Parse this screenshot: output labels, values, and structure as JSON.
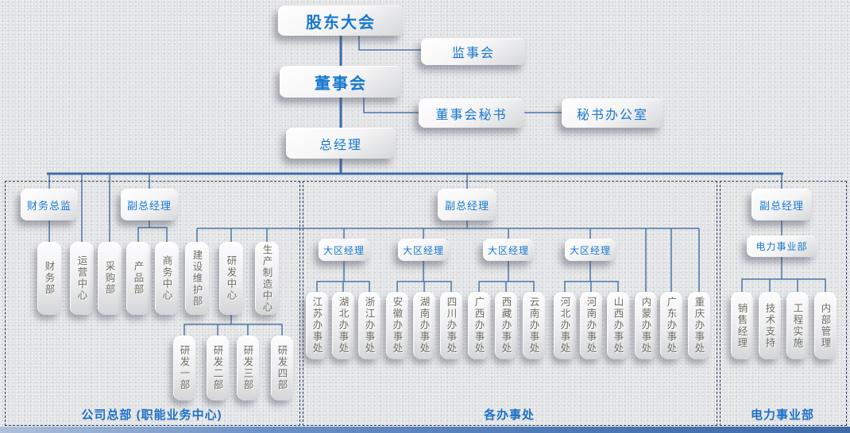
{
  "org": {
    "shareholders": "股东大会",
    "supervisory_board": "监事会",
    "board_of_directors": "董事会",
    "board_secretary": "董事会秘书",
    "secretary_office": "秘书办公室",
    "general_manager": "总经理"
  },
  "hq_section": {
    "label": "公司总部 (职能业务中心)",
    "cfo": "财务总监",
    "deputy_general_manager": "副总经理",
    "departments": [
      "财务部",
      "运营中心",
      "采购部",
      "产品部",
      "商务中心",
      "建设维护部",
      "研发中心",
      "生产制造中心"
    ],
    "rd_departments": [
      "研发一部",
      "研发二部",
      "研发三部",
      "研发四部"
    ]
  },
  "offices_section": {
    "label": "各办事处",
    "deputy_general_manager": "副总经理",
    "regional_manager": "大区经理",
    "offices": [
      "江苏办事处",
      "湖北办事处",
      "浙江办事处",
      "安徽办事处",
      "湖南办事处",
      "四川办事处",
      "广西办事处",
      "西藏办事处",
      "云南办事处",
      "河北办事处",
      "河南办事处",
      "山西办事处",
      "内蒙办事处",
      "广东办事处",
      "重庆办事处"
    ]
  },
  "power_section": {
    "label": "电力事业部",
    "deputy_general_manager": "副总经理",
    "division": "电力事业部",
    "teams": [
      "销售经理",
      "技术支持",
      "工程实施",
      "内部管理"
    ]
  },
  "colors": {
    "node_text_blue": "#1778d0",
    "connector_blue": "#4a76a8",
    "trunk_blue": "#3c6ca8",
    "dashed_border": "#1f3b66",
    "vertical_text_gray": "#6b6b62",
    "footer_bar_blue": "#4a76b2"
  }
}
